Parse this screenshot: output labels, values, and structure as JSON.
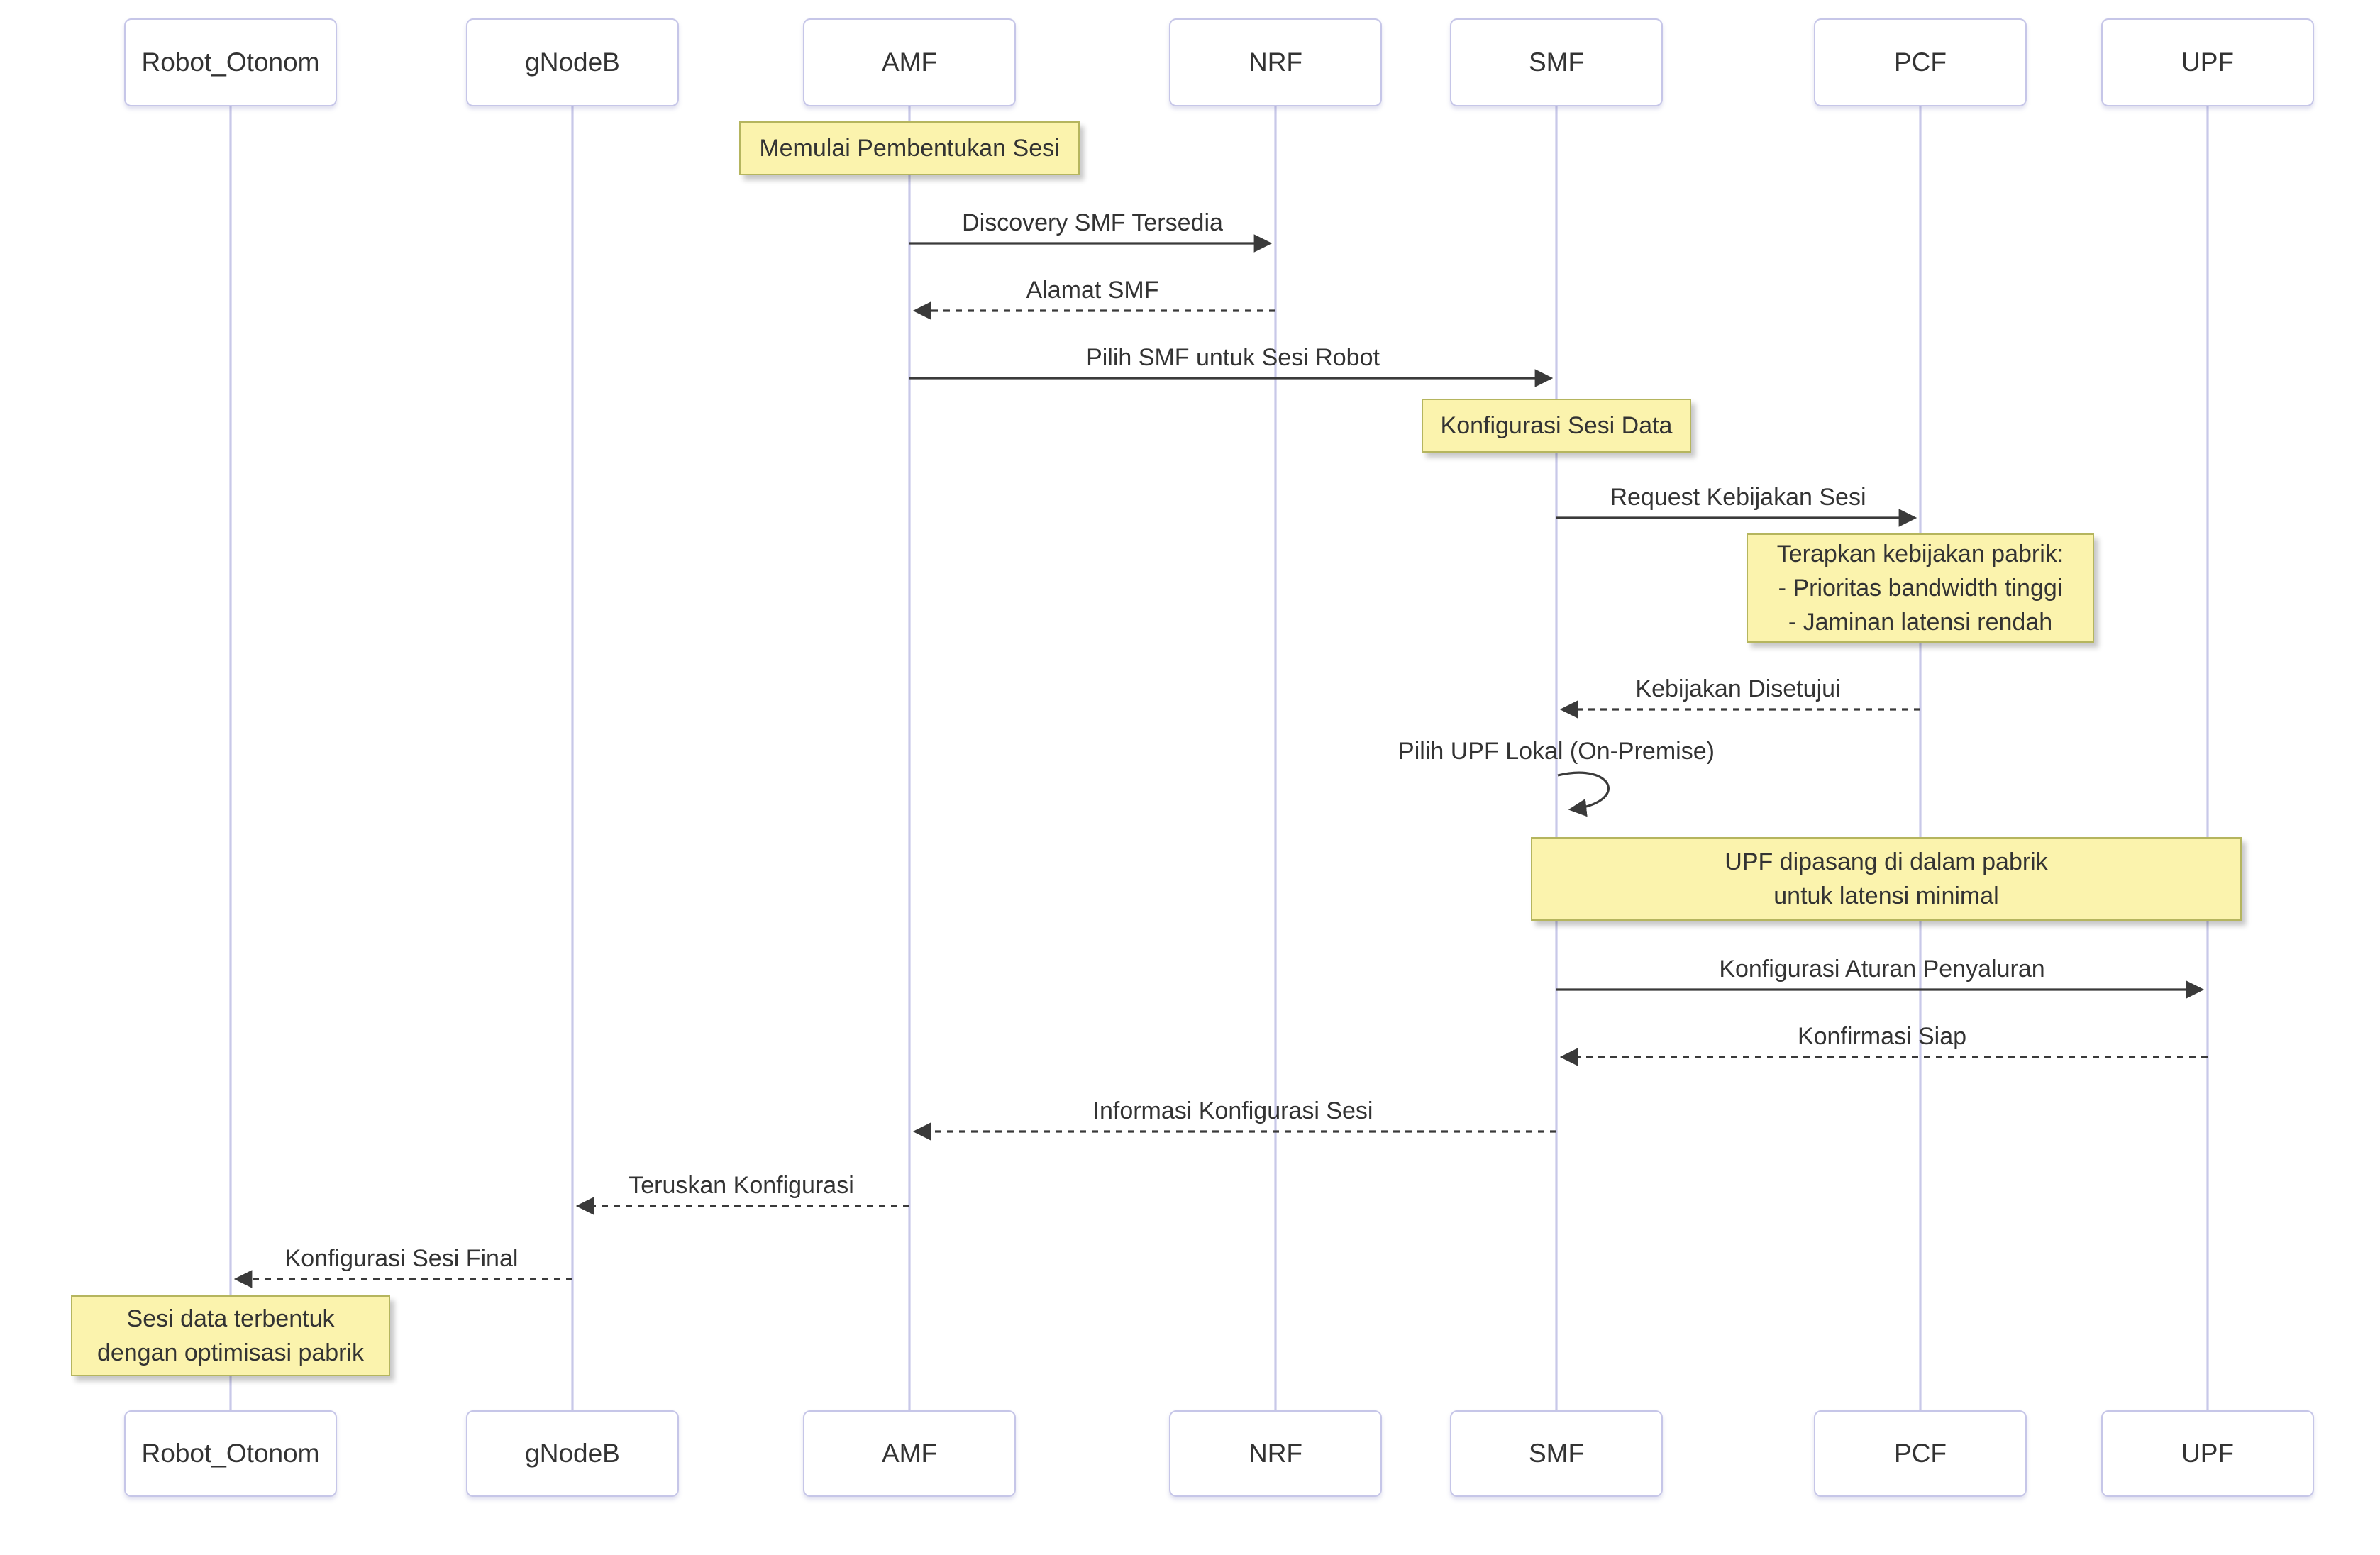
{
  "diagram": {
    "type": "sequence",
    "actors": [
      {
        "id": "robot",
        "name": "Robot_Otonom"
      },
      {
        "id": "gnodeb",
        "name": "gNodeB"
      },
      {
        "id": "amf",
        "name": "AMF"
      },
      {
        "id": "nrf",
        "name": "NRF"
      },
      {
        "id": "smf",
        "name": "SMF"
      },
      {
        "id": "pcf",
        "name": "PCF"
      },
      {
        "id": "upf",
        "name": "UPF"
      }
    ],
    "messages": [
      {
        "from": "AMF",
        "to": "NRF",
        "style": "solid",
        "label": "Discovery SMF Tersedia"
      },
      {
        "from": "NRF",
        "to": "AMF",
        "style": "dashed",
        "label": "Alamat SMF"
      },
      {
        "from": "AMF",
        "to": "SMF",
        "style": "solid",
        "label": "Pilih SMF untuk Sesi Robot"
      },
      {
        "from": "SMF",
        "to": "PCF",
        "style": "solid",
        "label": "Request Kebijakan Sesi"
      },
      {
        "from": "PCF",
        "to": "SMF",
        "style": "dashed",
        "label": "Kebijakan Disetujui"
      },
      {
        "from": "SMF",
        "to": "SMF",
        "style": "self",
        "label": "Pilih UPF Lokal (On-Premise)"
      },
      {
        "from": "SMF",
        "to": "UPF",
        "style": "solid",
        "label": "Konfigurasi Aturan Penyaluran"
      },
      {
        "from": "UPF",
        "to": "SMF",
        "style": "dashed",
        "label": "Konfirmasi Siap"
      },
      {
        "from": "SMF",
        "to": "AMF",
        "style": "dashed",
        "label": "Informasi Konfigurasi Sesi"
      },
      {
        "from": "AMF",
        "to": "gNodeB",
        "style": "dashed",
        "label": "Teruskan Konfigurasi"
      },
      {
        "from": "gNodeB",
        "to": "Robot_Otonom",
        "style": "dashed",
        "label": "Konfigurasi Sesi Final"
      }
    ],
    "notes": [
      {
        "over": "AMF",
        "lines": [
          "Memulai Pembentukan Sesi"
        ]
      },
      {
        "over": "SMF",
        "lines": [
          "Konfigurasi Sesi Data"
        ]
      },
      {
        "over": "PCF",
        "lines": [
          "Terapkan kebijakan pabrik:",
          "- Prioritas bandwidth tinggi",
          "- Jaminan latensi rendah"
        ]
      },
      {
        "over": "SMF,UPF",
        "lines": [
          "UPF dipasang di dalam pabrik",
          "untuk latensi minimal"
        ]
      },
      {
        "over": "Robot_Otonom",
        "lines": [
          "Sesi data terbentuk",
          "dengan optimisasi pabrik"
        ]
      }
    ],
    "colors": {
      "note_bg": "#fbf3ad",
      "note_border": "#b5b55e",
      "actor_bg": "#ffffff",
      "actor_border": "#c6c6e8",
      "lifeline": "#c8c8e8",
      "arrow": "#3a3a3a",
      "text": "#333333"
    }
  }
}
